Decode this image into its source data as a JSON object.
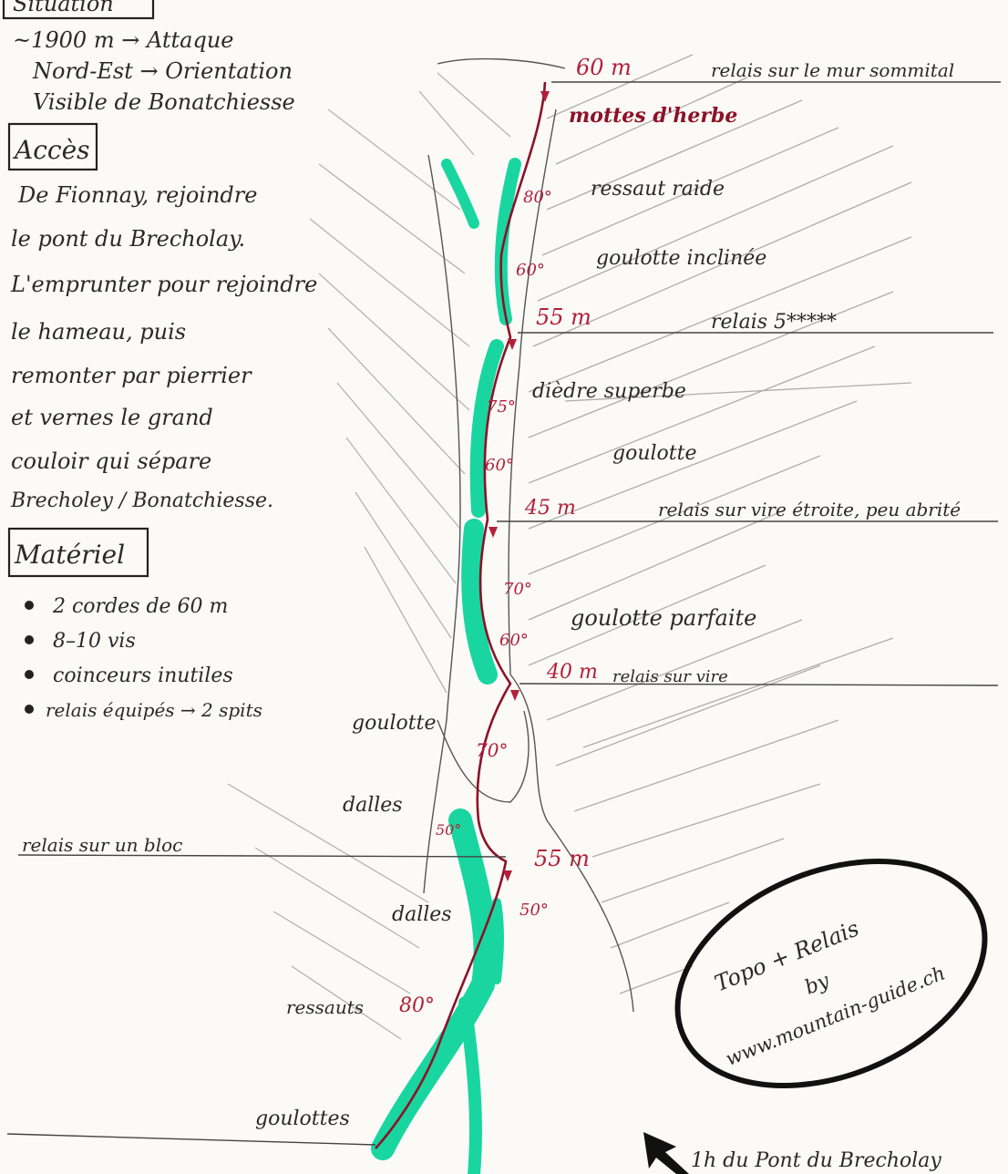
{
  "left_panel": {
    "situation": {
      "heading": "Situation",
      "lines": [
        "~1900 m → Attaque",
        "Nord-Est → Orientation",
        "Visible de Bonatchiesse"
      ]
    },
    "acces": {
      "heading": "Accès",
      "lines": [
        "De Fionnay, rejoindre",
        "le pont du Brecholay.",
        "L'emprunter pour rejoindre",
        "le hameau, puis",
        "remonter par pierrier",
        "et vernes le grand",
        "couloir qui sépare",
        "Brecholey / Bonatchiesse."
      ]
    },
    "materiel": {
      "heading": "Matériel",
      "items": [
        "2 cordes de 60 m",
        "8–10 vis",
        "coinceurs inutiles",
        "relais équipés → 2 spits"
      ]
    }
  },
  "route": {
    "pitches": [
      {
        "length": "60 m",
        "relay": "relais sur le mur sommital"
      },
      {
        "length": "55 m",
        "relay": "relais 5*****"
      },
      {
        "length": "45 m",
        "relay": "relais sur vire étroite, peu abrité"
      },
      {
        "length": "40 m",
        "relay": "relais sur vire"
      },
      {
        "length": "55 m",
        "relay": "relais sur un bloc"
      }
    ],
    "features": [
      {
        "label": "mottes d'herbe"
      },
      {
        "angle": "80°",
        "label": "ressaut raide"
      },
      {
        "angle": "60°",
        "label": "goulotte inclinée"
      },
      {
        "angle": "75°",
        "label": "dièdre superbe"
      },
      {
        "angle": "60°",
        "label": "goulotte"
      },
      {
        "angle": "70°",
        "label": ""
      },
      {
        "angle": "60°",
        "label": "goulotte parfaite"
      },
      {
        "angle": "70°",
        "label": ""
      },
      {
        "angle": "",
        "label": "goulotte"
      },
      {
        "angle": "50°",
        "label": "dalles"
      },
      {
        "angle": "50°",
        "label": "dalles"
      },
      {
        "angle": "80°",
        "label": "ressauts"
      },
      {
        "angle": "",
        "label": "goulottes"
      }
    ]
  },
  "credit": {
    "line1": "Topo + Relais",
    "line2": "by",
    "line3": "www.mountain-guide.ch"
  },
  "footer": {
    "text": "1h du Pont du Brecholay"
  },
  "colors": {
    "ice": "#19d6a0",
    "route": "#8c1228",
    "ink": "#2a2a2a",
    "angle": "#b3203a"
  }
}
